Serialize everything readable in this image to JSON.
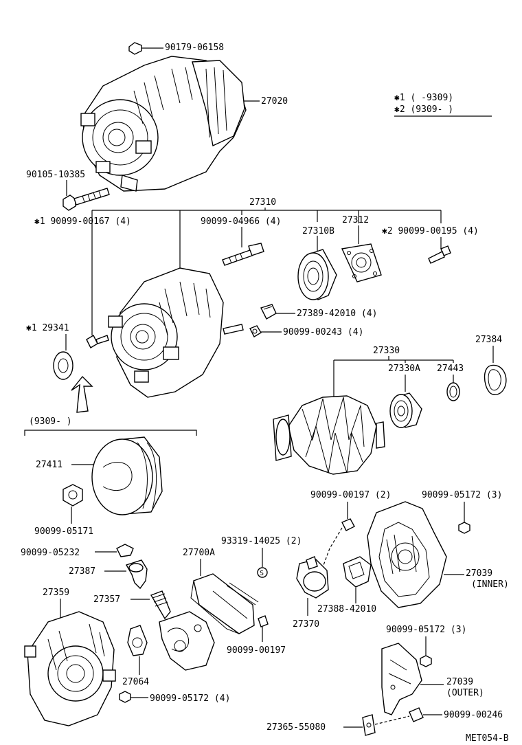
{
  "legend": {
    "line1": "✱1 (    -9309)",
    "line2": "✱2 (9309-    )"
  },
  "labels": {
    "p90179_06158": "90179-06158",
    "p27020": "27020",
    "p90105_10385": "90105-10385",
    "p27310": "27310",
    "p90099_00167": "✱1 90099-00167 (4)",
    "p90099_04966": "90099-04966 (4)",
    "p27310B": "27310B",
    "p27312": "27312",
    "p90099_00195": "✱2 90099-00195 (4)",
    "p27389_42010": "27389-42010 (4)",
    "p90099_00243": "90099-00243 (4)",
    "p29341": "✱1 29341",
    "p27384": "27384",
    "p27330": "27330",
    "p27330A": "27330A",
    "p27443": "27443",
    "bracket9309": "(9309-    )",
    "p27411": "27411",
    "p90099_05171": "90099-05171",
    "p90099_00197_2": "90099-00197 (2)",
    "p90099_05172_3a": "90099-05172 (3)",
    "p90099_05232": "90099-05232",
    "p93319_14025": "93319-14025 (2)",
    "p27700A": "27700A",
    "p27387": "27387",
    "p27039_inner": "27039",
    "inner": "(INNER)",
    "p27359": "27359",
    "p27357": "27357",
    "p27388_42010": "27388-42010",
    "p27370": "27370",
    "p90099_00197": "90099-00197",
    "p27064": "27064",
    "p90099_05172_3b": "90099-05172 (3)",
    "p27039_outer": "27039",
    "outer": "(OUTER)",
    "p90099_05172_4": "90099-05172 (4)",
    "p90099_00246": "90099-00246",
    "p27365_55080": "27365-55080",
    "code": "MET054-B"
  }
}
